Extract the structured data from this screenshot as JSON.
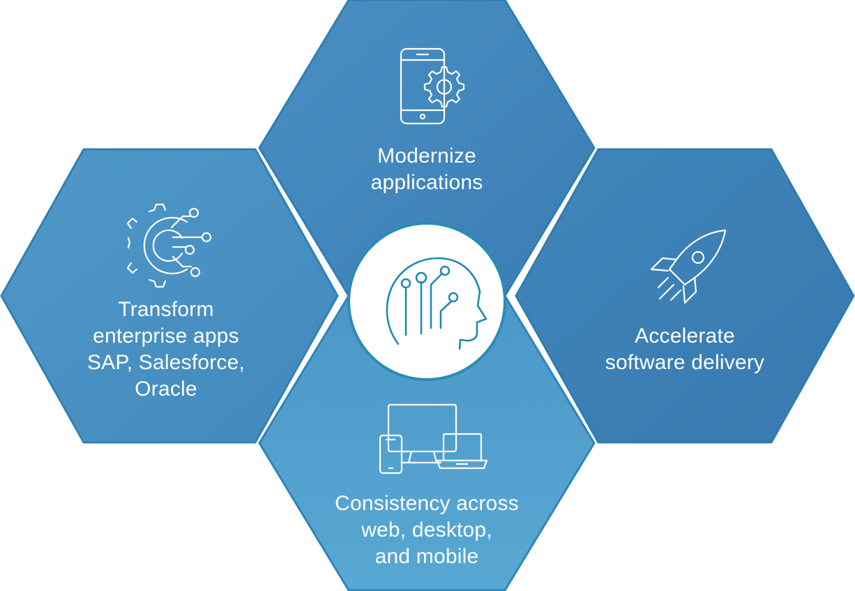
{
  "colors": {
    "hex_top": "#3f86bc",
    "hex_left": "#4a93c3",
    "hex_right": "#3a7fb6",
    "hex_bottom": "#4f9dcc",
    "hex_border": "#2f80b4",
    "center_fill": "#ffffff",
    "center_border": "#2a8cb4",
    "center_icon": "#1e8ab0",
    "text": "#ffffff"
  },
  "hexagons": {
    "top": {
      "icon": "mobile-gear-icon",
      "lines": [
        "Modernize",
        "applications"
      ]
    },
    "left": {
      "icon": "gear-circuit-icon",
      "lines": [
        "Transform",
        "enterprise apps",
        "SAP, Salesforce,",
        "Oracle"
      ]
    },
    "right": {
      "icon": "rocket-icon",
      "lines": [
        "Accelerate",
        "software delivery"
      ]
    },
    "bottom": {
      "icon": "multi-device-icon",
      "lines": [
        "Consistency across",
        "web, desktop,",
        "and mobile"
      ]
    }
  },
  "center": {
    "icon": "ai-head-icon"
  }
}
